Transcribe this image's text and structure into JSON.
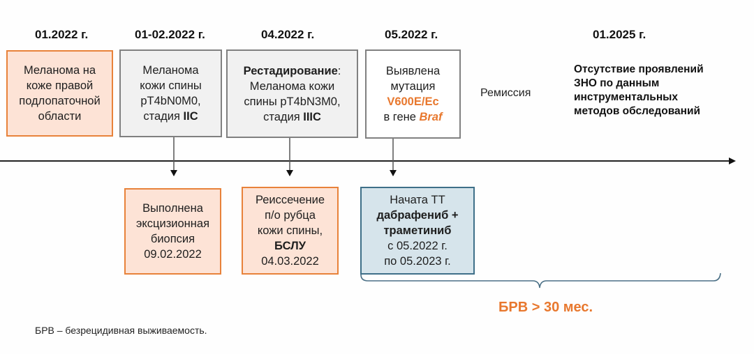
{
  "dates": [
    "01.2022 г.",
    "01-02.2022 г.",
    "04.2022 г.",
    "05.2022 г.",
    "01.2025 г."
  ],
  "top_boxes": {
    "box1": {
      "lines": [
        "Меланома на",
        "коже правой",
        "подлопаточной",
        "области"
      ]
    },
    "box2": {
      "lines": [
        "Меланома",
        "кожи спины",
        "pT4bN0M0,"
      ],
      "stage_prefix": "стадия ",
      "stage": "IIC"
    },
    "box3": {
      "title": "Рестадирование",
      "title_suffix": ":",
      "lines": [
        "Меланома кожи",
        "спины pT4bN3M0,"
      ],
      "stage_prefix": "стадия ",
      "stage": "IIIC"
    },
    "box4": {
      "lines": [
        "Выявлена",
        "мутация"
      ],
      "mutation": "V600E/Ec",
      "gene_prefix": "в гене ",
      "gene": "Braf"
    }
  },
  "bottom_boxes": {
    "biopsy": {
      "lines": [
        "Выполнена",
        "эксцизионная",
        "биопсия",
        "09.02.2022"
      ]
    },
    "reexcision": {
      "lines": [
        "Реиссечение",
        "п/о рубца",
        "кожи спины,"
      ],
      "bold": "БСЛУ",
      "date": "04.03.2022"
    },
    "therapy": {
      "line1": "Начата ТТ",
      "drug1": "дабрафениб +",
      "drug2": "траметиниб",
      "from": "с 05.2022 г.",
      "to": "по 05.2023 г."
    }
  },
  "remission_label": "Ремиссия",
  "outcome": [
    "Отсутствие проявлений",
    "ЗНО по данным",
    "инструментальных",
    "методов обследований"
  ],
  "brv_label": "БРВ > 30 мес.",
  "footnote": "БРВ – безрецидивная выживаемость.",
  "colors": {
    "orange": "#e8782e",
    "orange_fill": "#fde3d6",
    "gray_fill": "#f1f1f1",
    "teal_fill": "#d6e4eb",
    "teal_border": "#3e6f88",
    "brace": "#4a6f85"
  }
}
